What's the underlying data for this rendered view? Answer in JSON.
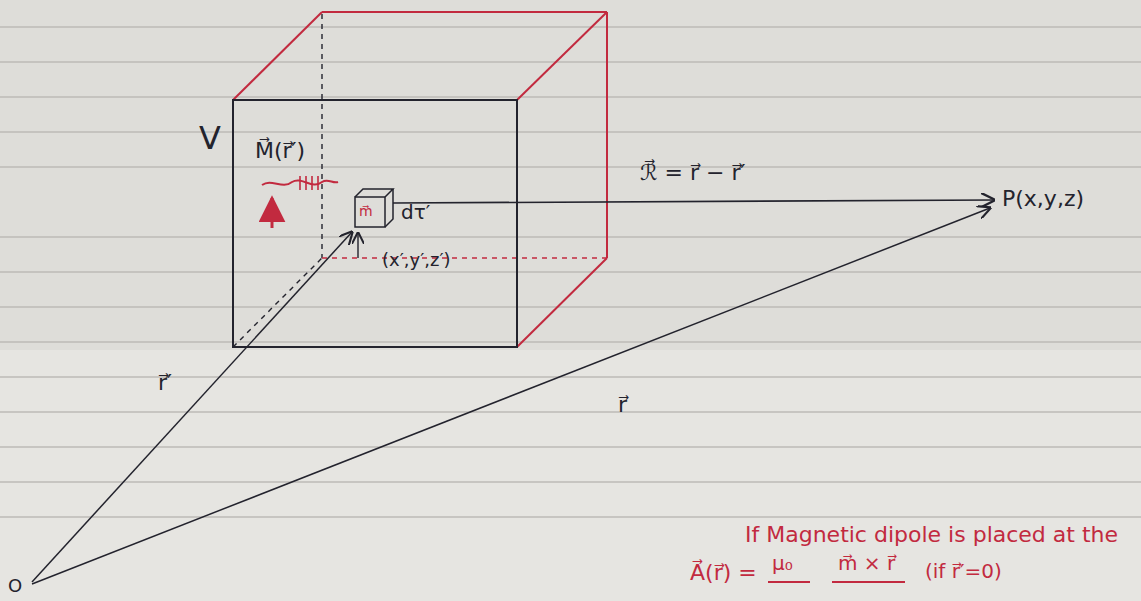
{
  "diagram": {
    "nodes": [
      {
        "text": [
          "V",
          "M⃗(r⃗′)"
        ]
      },
      {
        "text": [
          "m⃗",
          "dτ′"
        ],
        "in": 0
      }
    ],
    "labels": [
      "ℛ⃗ = r⃗ − r⃗′",
      "P(x,y,z)",
      "(x′,y′,z′)",
      "r⃗′",
      "r⃗",
      "O",
      "If Magnetic dipole is placed at the",
      "A⃗(r⃗) =",
      "μ₀",
      "m⃗ × r⃗",
      "(if r⃗′=0)"
    ]
  }
}
